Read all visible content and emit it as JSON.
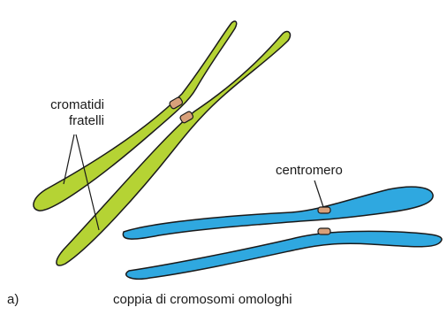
{
  "labels": {
    "sister_chromatids_line1": "cromatidi",
    "sister_chromatids_line2": "fratelli",
    "centromere": "centromero",
    "panel_letter": "a)",
    "caption": "coppia di cromosomi omologhi"
  },
  "colors": {
    "chromosome_green": "#b5d334",
    "chromosome_blue": "#2fa8e0",
    "centromere": "#d8a07a",
    "outline": "#1a1a1a"
  }
}
